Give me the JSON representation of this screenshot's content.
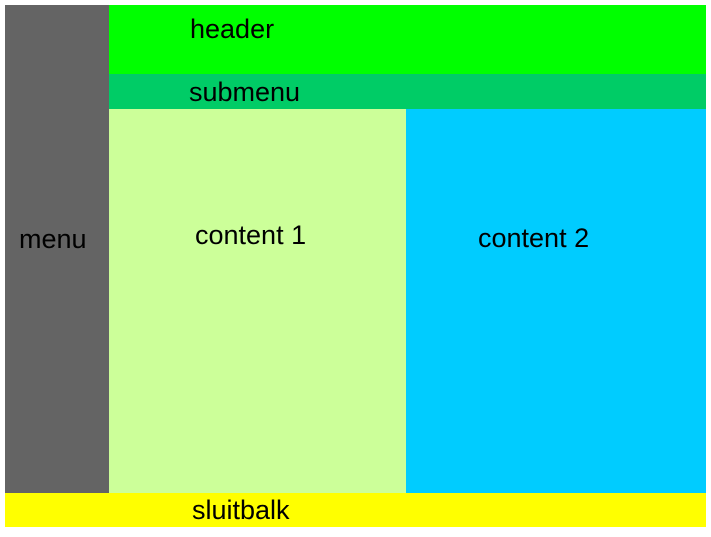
{
  "layout": {
    "menu": {
      "label": "menu",
      "color": "#646464"
    },
    "header": {
      "label": "header",
      "color": "#00ff00"
    },
    "submenu": {
      "label": "submenu",
      "color": "#00cc66"
    },
    "content1": {
      "label": "content 1",
      "color": "#ccff99"
    },
    "content2": {
      "label": "content 2",
      "color": "#00ccff"
    },
    "footer": {
      "label": "sluitbalk",
      "color": "#ffff00"
    }
  }
}
